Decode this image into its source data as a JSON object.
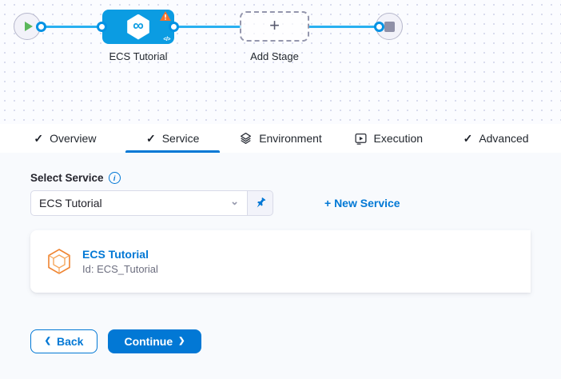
{
  "canvas": {
    "stage_label": "ECS Tutorial",
    "add_stage_label": "Add Stage"
  },
  "tabs": [
    {
      "label": "Overview",
      "icon": "check-icon",
      "active": false
    },
    {
      "label": "Service",
      "icon": "check-icon",
      "active": true
    },
    {
      "label": "Environment",
      "icon": "layers-icon",
      "active": false
    },
    {
      "label": "Execution",
      "icon": "execution-icon",
      "active": false
    },
    {
      "label": "Advanced",
      "icon": "check-icon",
      "active": false
    }
  ],
  "form": {
    "select_label": "Select Service",
    "select_value": "ECS Tutorial",
    "new_service_label": "+ New Service"
  },
  "card": {
    "title": "ECS Tutorial",
    "id": "Id: ECS_Tutorial"
  },
  "footer": {
    "back_label": "Back",
    "continue_label": "Continue"
  },
  "icons": {
    "check": "✓",
    "plus": "+",
    "chevron_down": "⌄",
    "back_chevron": "❮",
    "forward_chevron": "❯",
    "infinity": "∞",
    "code": "</>",
    "info": "i"
  },
  "colors": {
    "accent_blue": "#0278d5",
    "stage_blue": "#0b9ce2",
    "edge_blue": "#29b0f0",
    "connector_blue": "#0092e4",
    "warning_orange": "#f4722b",
    "play_green": "#5bb75b",
    "content_bg": "#f8fafd",
    "id_gray": "#6c6e7f"
  }
}
